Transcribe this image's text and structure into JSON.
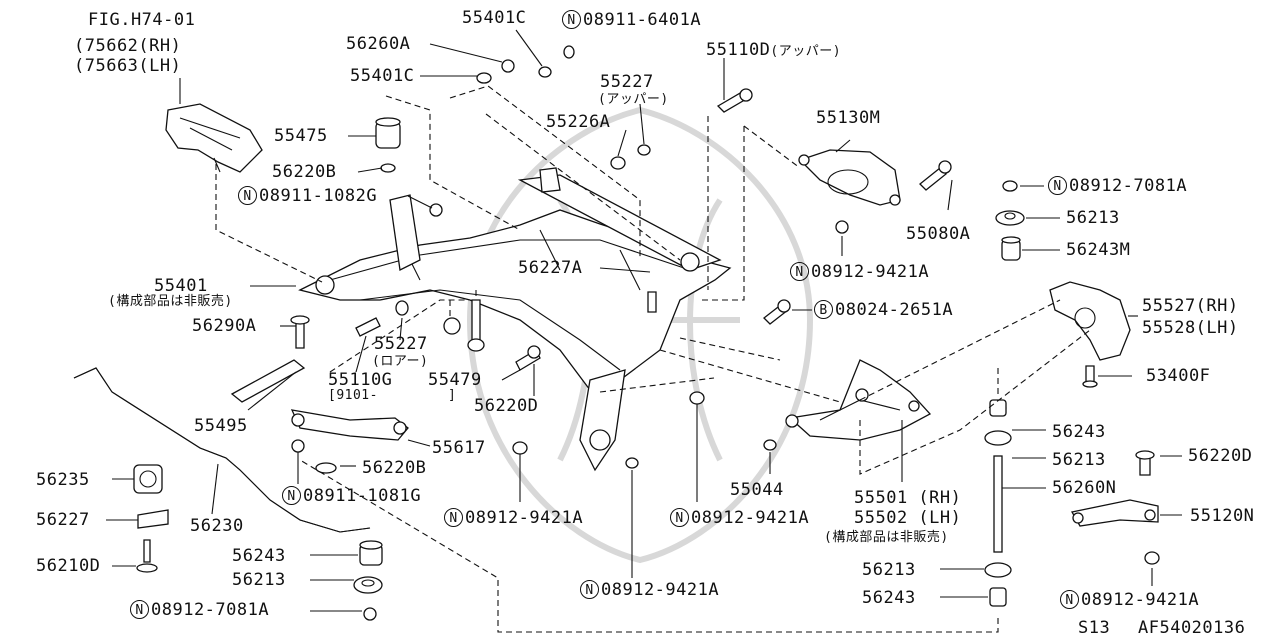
{
  "figure_ref": {
    "code": "FIG.H74-01",
    "line1": "(75662(RH)",
    "line2": "(75663(LH)"
  },
  "footer": {
    "model": "S13",
    "code": "AF54020136"
  },
  "notes": {
    "not_sold_a": "(構成部品は非販売)",
    "not_sold_b": "(構成部品は非販売)",
    "upper_a": "(アッパー)",
    "upper_b": "(アッパー)",
    "lower": "(ロアー)",
    "date_range": "[9101-",
    "date_end": "]"
  },
  "callouts": {
    "c55401C_top": "55401C",
    "c08911_6401A": "08911-6401A",
    "c56260A": "56260A",
    "c55401C_mid": "55401C",
    "c55110D": "55110D",
    "c55227_up": "55227",
    "c55226A": "55226A",
    "c55475": "55475",
    "c56220B_top": "56220B",
    "c08911_1082G": "08911-1082G",
    "c55130M": "55130M",
    "c08912_7081A_r": "08912-7081A",
    "c56213_r1": "56213",
    "c55080A": "55080A",
    "c56243M": "56243M",
    "c08912_9421A_r": "08912-9421A",
    "c56227A": "56227A",
    "c55401": "55401",
    "c08024_2651A": "08024-2651A",
    "c55527": "55527(RH)",
    "c55528": "55528(LH)",
    "c56290A": "56290A",
    "c55227_low": "55227",
    "c55110G": "55110G",
    "c55479": "55479",
    "c53400F": "53400F",
    "c56220D_mid": "56220D",
    "c55495": "55495",
    "c56243_r2": "56243",
    "c55617": "55617",
    "c56213_r2": "56213",
    "c56220D_r": "56220D",
    "c56220B_low": "56220B",
    "c56235": "56235",
    "c08911_1081G": "08911-1081G",
    "c55044": "55044",
    "c56260N": "56260N",
    "c55501": "55501 (RH)",
    "c56227": "56227",
    "c56230": "56230",
    "c08912_9421A_a": "08912-9421A",
    "c08912_9421A_b": "08912-9421A",
    "c55502": "55502 (LH)",
    "c55120N": "55120N",
    "c56210D": "56210D",
    "c56243_l": "56243",
    "c56213_l": "56213",
    "c56213_r3": "56213",
    "c08912_9421A_c": "08912-9421A",
    "c08912_7081A_l": "08912-7081A",
    "c56243_r3": "56243",
    "c08912_9421A_d": "08912-9421A"
  },
  "symbols": {
    "nut": "N",
    "bolt": "B"
  }
}
